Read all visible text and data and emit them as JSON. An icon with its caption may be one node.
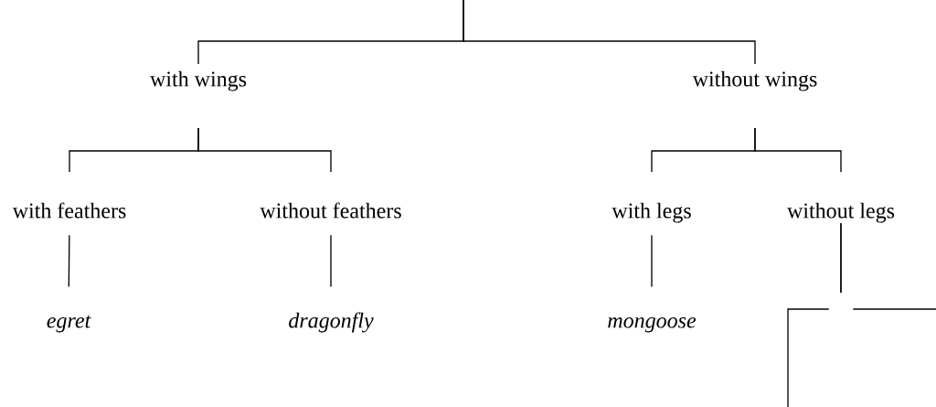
{
  "diagram": {
    "nodes": [
      {
        "text": [
          "with wings"
        ]
      },
      {
        "text": [
          "without wings"
        ]
      },
      {
        "text": [
          "with feathers"
        ]
      },
      {
        "text": [
          "without feathers"
        ]
      },
      {
        "text": [
          "with legs"
        ]
      },
      {
        "text": [
          "without legs"
        ]
      },
      {
        "text": [
          "egret"
        ]
      },
      {
        "text": [
          "dragonfly"
        ]
      },
      {
        "text": [
          "mongoose"
        ]
      }
    ],
    "edges": [
      {
        "from": null,
        "to": 0,
        "arrow": "none"
      },
      {
        "from": null,
        "to": 1,
        "arrow": "none"
      },
      {
        "from": 0,
        "to": 2,
        "arrow": "none"
      },
      {
        "from": 0,
        "to": 3,
        "arrow": "none"
      },
      {
        "from": 1,
        "to": 4,
        "arrow": "none"
      },
      {
        "from": 1,
        "to": 5,
        "arrow": "none"
      },
      {
        "from": 2,
        "to": 6,
        "arrow": "none"
      },
      {
        "from": 3,
        "to": 7,
        "arrow": "none"
      },
      {
        "from": 4,
        "to": 8,
        "arrow": "none"
      },
      {
        "from": 5,
        "to": null,
        "arrow": "none"
      },
      {
        "from": 5,
        "to": null,
        "arrow": "none"
      }
    ]
  }
}
